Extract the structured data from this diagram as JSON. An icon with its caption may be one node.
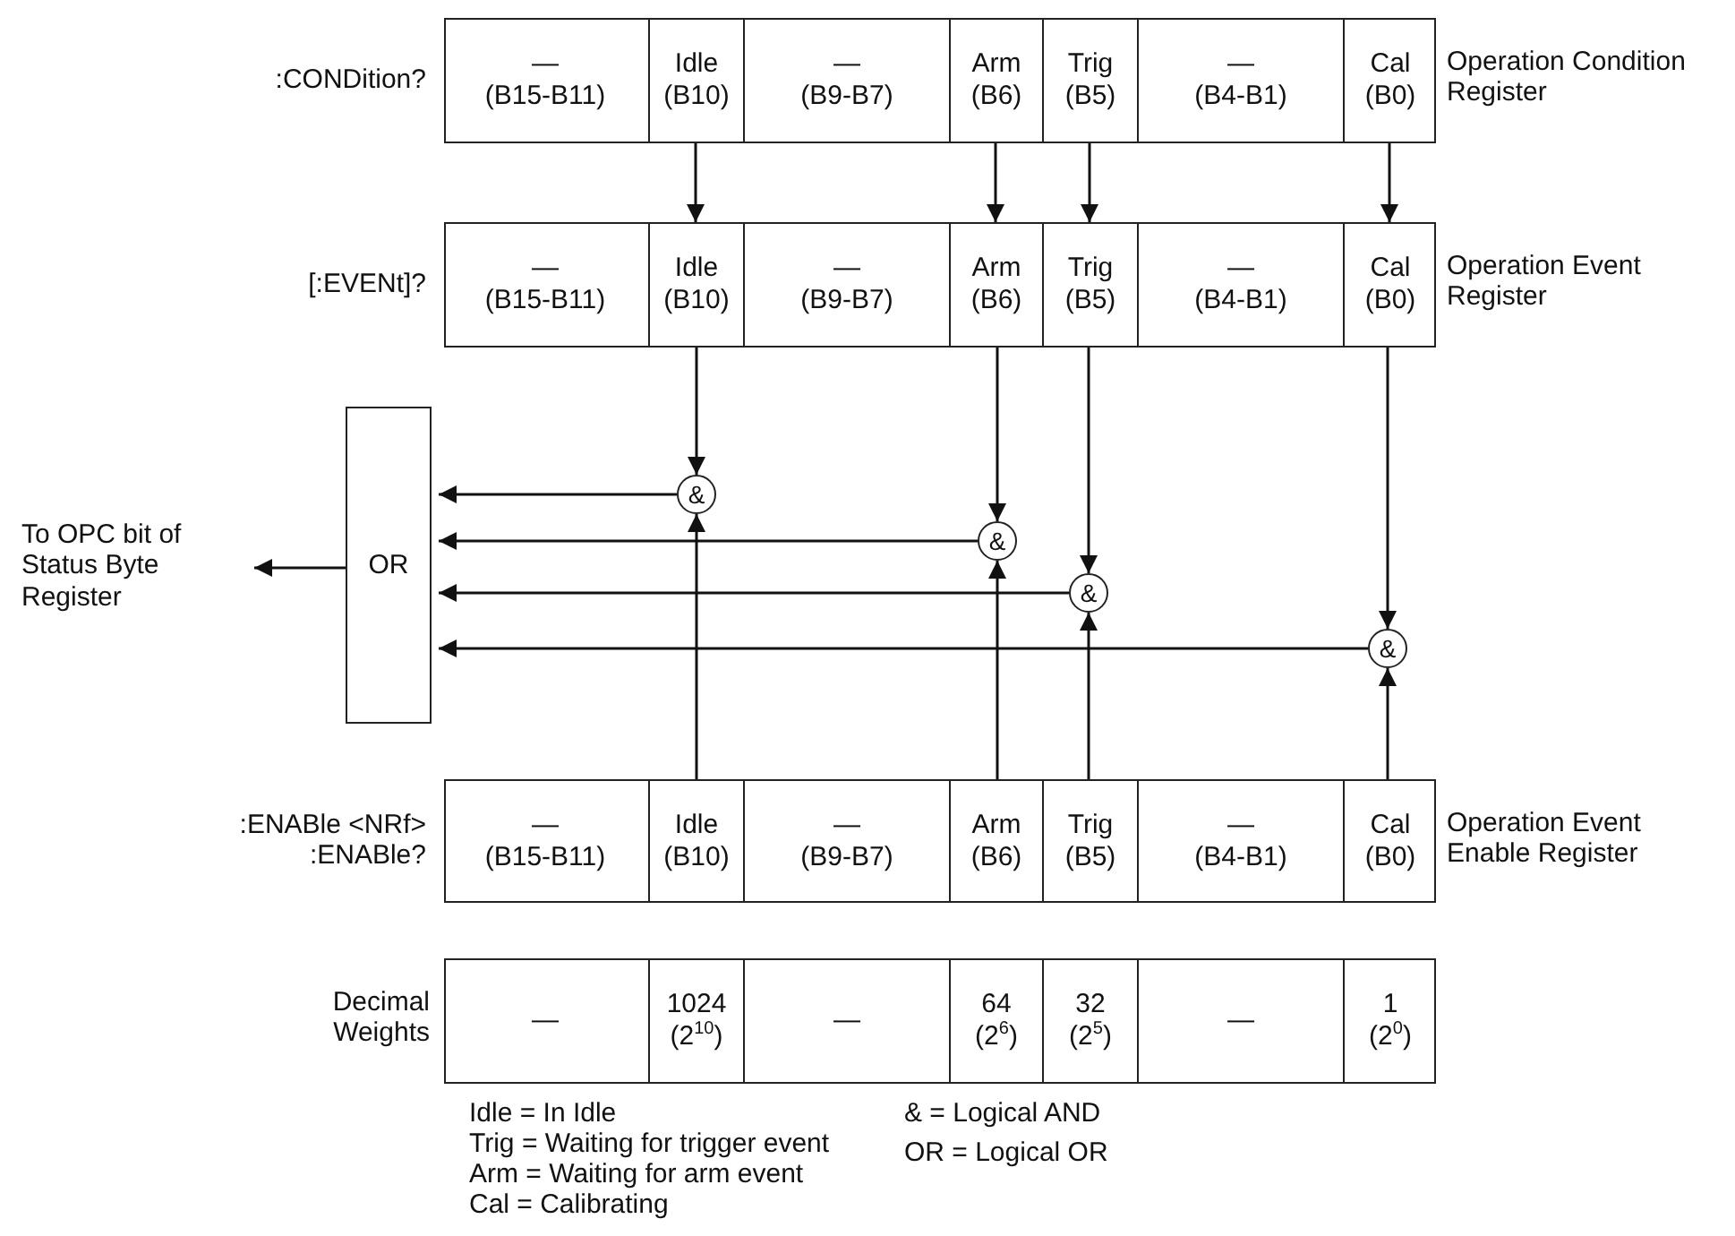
{
  "diagram": {
    "nodes": [
      {
        "text": [
          "Operation Condition Register"
        ],
        "beside": [
          ":CONDition?"
        ]
      },
      {
        "text": [
          "—",
          "(B15-B11)"
        ],
        "in": 0
      },
      {
        "text": [
          "Idle",
          "(B10)"
        ],
        "in": 0
      },
      {
        "text": [
          "—",
          "(B9-B7)"
        ],
        "in": 0
      },
      {
        "text": [
          "Arm",
          "(B6)"
        ],
        "in": 0
      },
      {
        "text": [
          "Trig",
          "(B5)"
        ],
        "in": 0
      },
      {
        "text": [
          "—",
          "(B4-B1)"
        ],
        "in": 0
      },
      {
        "text": [
          "Cal",
          "(B0)"
        ],
        "in": 0
      },
      {
        "text": [
          "Operation Event Register"
        ],
        "beside": [
          "[:EVENt]?"
        ]
      },
      {
        "text": [
          "—",
          "(B15-B11)"
        ],
        "in": 8
      },
      {
        "text": [
          "Idle",
          "(B10)"
        ],
        "in": 8
      },
      {
        "text": [
          "—",
          "(B9-B7)"
        ],
        "in": 8
      },
      {
        "text": [
          "Arm",
          "(B6)"
        ],
        "in": 8
      },
      {
        "text": [
          "Trig",
          "(B5)"
        ],
        "in": 8
      },
      {
        "text": [
          "—",
          "(B4-B1)"
        ],
        "in": 8
      },
      {
        "text": [
          "Cal",
          "(B0)"
        ],
        "in": 8
      },
      {
        "text": [
          "OR"
        ]
      },
      {
        "text": [
          "To OPC bit of Status Byte Register"
        ]
      },
      {
        "text": [
          "&"
        ]
      },
      {
        "text": [
          "&"
        ]
      },
      {
        "text": [
          "&"
        ]
      },
      {
        "text": [
          "&"
        ]
      },
      {
        "text": [
          "Operation Event Enable Register"
        ],
        "beside": [
          ":ENABle <NRf>",
          ":ENABle?"
        ]
      },
      {
        "text": [
          "—",
          "(B15-B11)"
        ],
        "in": 22
      },
      {
        "text": [
          "Idle",
          "(B10)"
        ],
        "in": 22
      },
      {
        "text": [
          "—",
          "(B9-B7)"
        ],
        "in": 22
      },
      {
        "text": [
          "Arm",
          "(B6)"
        ],
        "in": 22
      },
      {
        "text": [
          "Trig",
          "(B5)"
        ],
        "in": 22
      },
      {
        "text": [
          "—",
          "(B4-B1)"
        ],
        "in": 22
      },
      {
        "text": [
          "Cal",
          "(B0)"
        ],
        "in": 22
      },
      {
        "text": [
          "Decimal Weights"
        ]
      },
      {
        "text": [
          "—"
        ],
        "in": 30
      },
      {
        "text": [
          "1024",
          "(2$^{10}$)"
        ],
        "in": 30
      },
      {
        "text": [
          "—"
        ],
        "in": 30
      },
      {
        "text": [
          "64",
          "(2$^{6}$)"
        ],
        "in": 30
      },
      {
        "text": [
          "32",
          "(2$^{5}$)"
        ],
        "in": 30
      },
      {
        "text": [
          "—"
        ],
        "in": 30
      },
      {
        "text": [
          "1",
          "(2$^{0}$)"
        ],
        "in": 30
      }
    ],
    "edges": [
      {
        "from": 2,
        "to": 10,
        "arrow": "to"
      },
      {
        "from": 4,
        "to": 12,
        "arrow": "to"
      },
      {
        "from": 5,
        "to": 13,
        "arrow": "to"
      },
      {
        "from": 7,
        "to": 15,
        "arrow": "to"
      },
      {
        "from": 10,
        "to": 18,
        "arrow": "to"
      },
      {
        "from": 12,
        "to": 19,
        "arrow": "to"
      },
      {
        "from": 13,
        "to": 20,
        "arrow": "to"
      },
      {
        "from": 15,
        "to": 21,
        "arrow": "to"
      },
      {
        "from": 18,
        "to": 16,
        "arrow": "to"
      },
      {
        "from": 19,
        "to": 16,
        "arrow": "to"
      },
      {
        "from": 20,
        "to": 16,
        "arrow": "to"
      },
      {
        "from": 21,
        "to": 16,
        "arrow": "to"
      },
      {
        "from": 16,
        "to": 17,
        "arrow": "to"
      },
      {
        "from": 24,
        "to": 18,
        "arrow": "to"
      },
      {
        "from": 26,
        "to": 19,
        "arrow": "to"
      },
      {
        "from": 27,
        "to": 20,
        "arrow": "to"
      },
      {
        "from": 29,
        "to": 21,
        "arrow": "to"
      }
    ],
    "labels": [
      "Idle = In Idle",
      "Trig = Waiting for trigger event",
      "Arm = Waiting for arm event",
      "Cal = Calibrating",
      "& = Logical AND",
      "OR = Logical OR"
    ]
  }
}
